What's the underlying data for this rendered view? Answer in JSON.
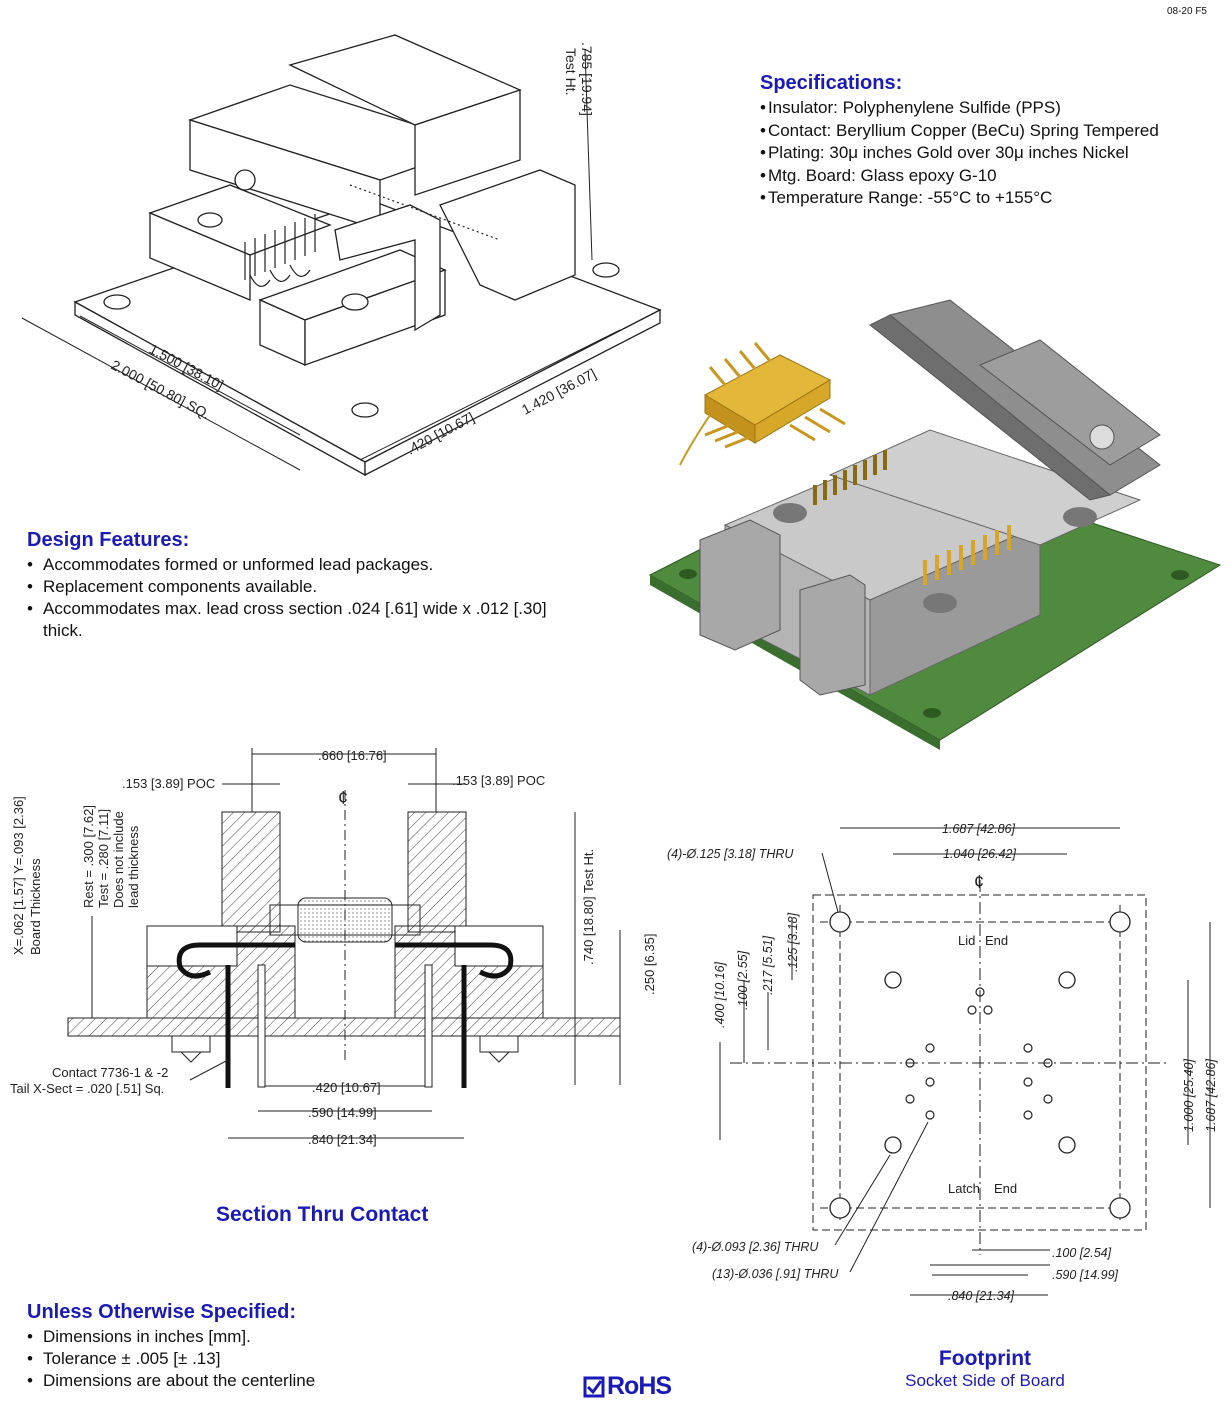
{
  "revision": "08-20 F5",
  "specifications": {
    "title": "Specifications:",
    "items": [
      "Insulator: Polyphenylene Sulfide (PPS)",
      "Contact: Beryllium Copper (BeCu) Spring Tempered",
      "Plating: 30μ inches Gold over 30μ inches Nickel",
      "Mtg. Board: Glass epoxy G-10",
      "Temperature Range: -55°C to +155°C"
    ]
  },
  "design_features": {
    "title": "Design Features:",
    "items": [
      "Accommodates formed or unformed lead packages.",
      "Replacement components available.",
      "Accommodates max. lead cross section .024 [.61] wide x .012 [.30] thick."
    ]
  },
  "unless_specified": {
    "title": "Unless Otherwise Specified:",
    "items": [
      "Dimensions in inches [mm].",
      "Tolerance ± .005 [± .13]",
      "Dimensions are about the centerline"
    ]
  },
  "iso_dims": {
    "test_ht": ".785 [19.94]",
    "test_ht_label": "Test Ht.",
    "d1500": "1.500 [38.10]",
    "d2000": "2.000 [50.80] SQ.",
    "d420": ".420 [10.67]",
    "d1420": "1.420 [36.07]"
  },
  "section": {
    "caption": "Section Thru Contact",
    "d660": ".660 [16.76]",
    "poc_left": ".153 [3.89] POC",
    "poc_right": ".153 [3.89] POC",
    "centerline": "¢",
    "rest": "Rest = .300 [7.62]",
    "test": "Test = .280 [7.11]",
    "not_include": "Does not include",
    "lead_thick": "lead thickness",
    "board_xy": "X=.062 [1.57]  Y=.093 [2.36]",
    "board_thick": "Board Thickness",
    "test_ht": ".740 [18.80] Test Ht.",
    "d250": ".250 [6.35]",
    "contact": "Contact 7736-1 & -2",
    "tail": "Tail X-Sect = .020 [.51] Sq.",
    "d420": ".420 [10.67]",
    "d590": ".590 [14.99]",
    "d840": ".840 [21.34]"
  },
  "footprint": {
    "caption": "Footprint",
    "subcaption": "Socket Side of Board",
    "d1687": "1.687 [42.86]",
    "d1040": "1.040 [26.42]",
    "thru125": "(4)-Ø.125 [3.18] THRU",
    "centerline": "¢",
    "lid": "Lid",
    "lid_end": "End",
    "latch": "Latch",
    "latch_end": "End",
    "d125v": ".125 [3.18]",
    "d217v": ".217 [5.51]",
    "d100v": ".100 [2.55]",
    "d400v": ".400 [10.16]",
    "d1000v": "1.000 [25.40]",
    "d1687v": "1.687 [42.86]",
    "thru093": "(4)-Ø.093 [2.36] THRU",
    "thru036": "(13)-Ø.036 [.91] THRU",
    "d100h": ".100 [2.54]",
    "d590h": ".590 [14.99]",
    "d840h": ".840 [21.34]"
  },
  "rohs": "RoHS",
  "colors": {
    "accent_blue": "#1a1ab8",
    "board_green": "#4f8a3e",
    "housing_gray": "#b4b4b4",
    "gold": "#d8a626"
  }
}
